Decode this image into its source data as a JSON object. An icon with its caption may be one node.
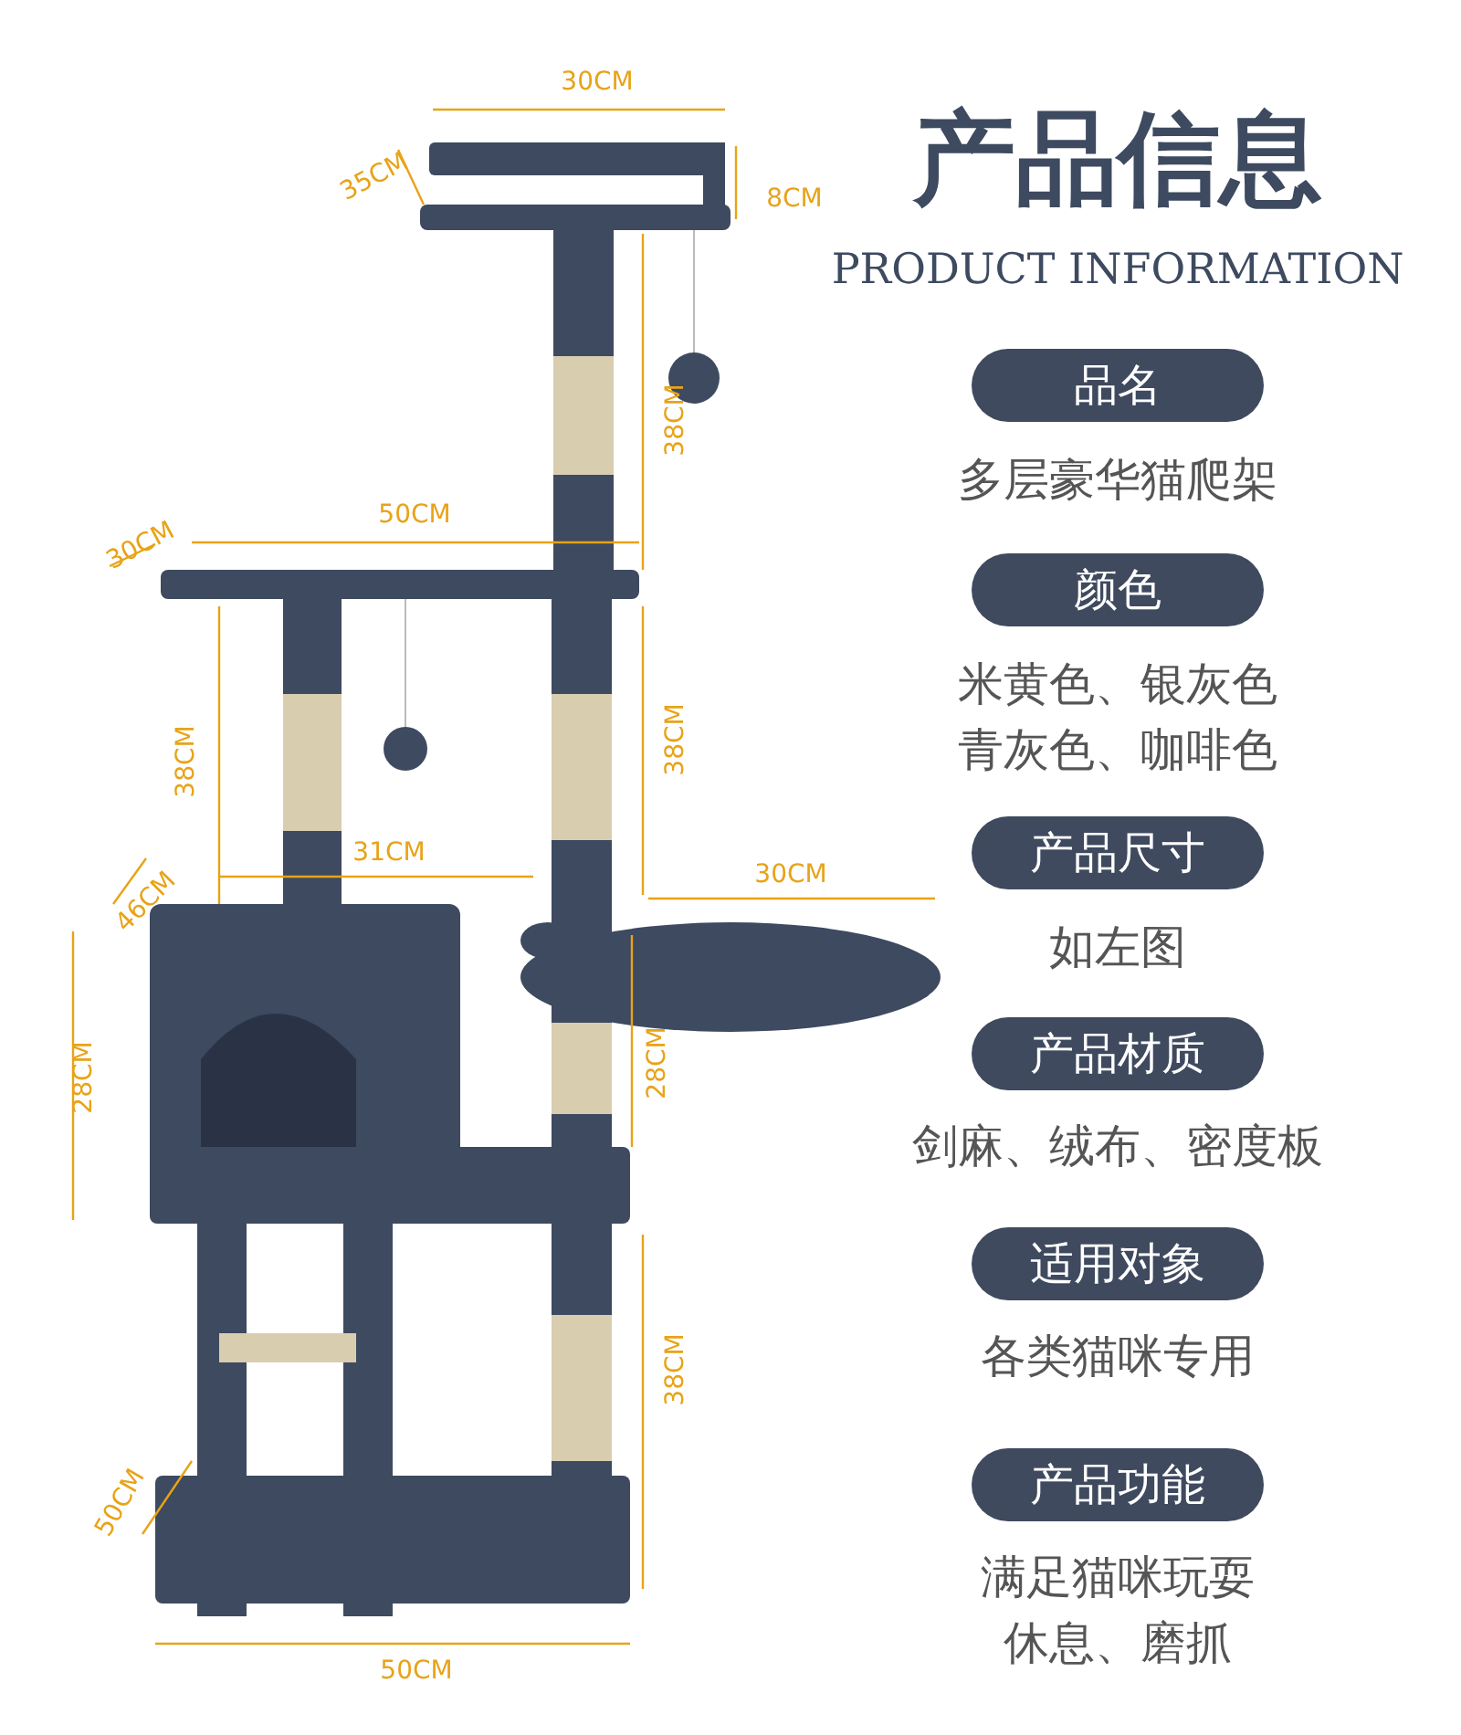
{
  "diagram": {
    "title": "产品信息",
    "nodes": [
      {
        "text": [
          "品名"
        ],
        "beside": [
          "多层豪华猫爬架"
        ]
      },
      {
        "text": [
          "颜色"
        ],
        "beside": [
          "米黄色、银灰色青灰色、咖啡色"
        ]
      },
      {
        "text": [
          "产品尺寸"
        ],
        "beside": [
          "如左图"
        ]
      },
      {
        "text": [
          "产品材质"
        ],
        "beside": [
          "剑麻、绒布、密度板"
        ]
      },
      {
        "text": [
          "适用对象"
        ],
        "beside": [
          "各类猫咪专用"
        ]
      },
      {
        "text": [
          "产品功能"
        ],
        "beside": [
          "满足猫咪玩耍休息、磨抓"
        ]
      }
    ],
    "labels": [
      "PRODUCT INFORMATION",
      "30CM",
      "35CM",
      "8CM",
      "38CM",
      "50CM",
      "30CM",
      "38CM",
      "38CM",
      "31CM",
      "30CM",
      "46CM",
      "28CM",
      "28CM",
      "38CM",
      "50CM",
      "50CM"
    ]
  }
}
